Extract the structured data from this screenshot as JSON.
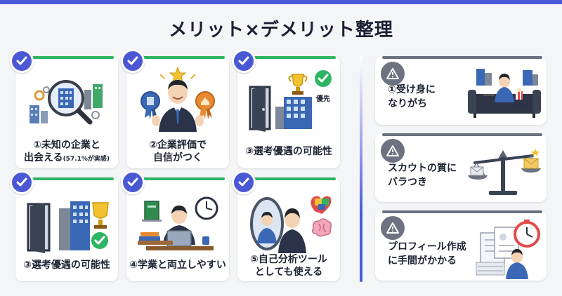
{
  "title": "メリット×デメリット整理",
  "colors": {
    "accent": "#4a5ad6",
    "merit_bar": "#2fb463",
    "demerit_bar": "#6b7180",
    "badge": "#4a58d4"
  },
  "merits": [
    {
      "line1": "①未知の企業と",
      "line2": "出会える",
      "note": "(57.1%が実感)",
      "icon": "magnifier-buildings-icon"
    },
    {
      "line1": "②企業評価で",
      "line2": "自信がつく",
      "icon": "businessman-medals-icon"
    },
    {
      "line1": "③選考優遇の可能性",
      "tag": "優先",
      "icon": "door-trophy-icon"
    },
    {
      "line1": "③選考優遇の可能性",
      "icon": "door-trophy-check-icon"
    },
    {
      "line1": "④学業と両立しやすい",
      "icon": "student-desk-clock-icon"
    },
    {
      "line1": "⑤自己分析ツール",
      "line2": "としても使える",
      "icon": "mirror-brain-icon"
    }
  ],
  "demerits": [
    {
      "line1": "①受け身に",
      "line2": "なりがち",
      "icon": "couch-tv-icon"
    },
    {
      "line1": "スカウトの質に",
      "line2": "バラつき",
      "icon": "balance-scale-icon"
    },
    {
      "line1": "プロフィール作成",
      "line2": "に手間がかかる",
      "icon": "paperwork-timer-icon"
    }
  ]
}
